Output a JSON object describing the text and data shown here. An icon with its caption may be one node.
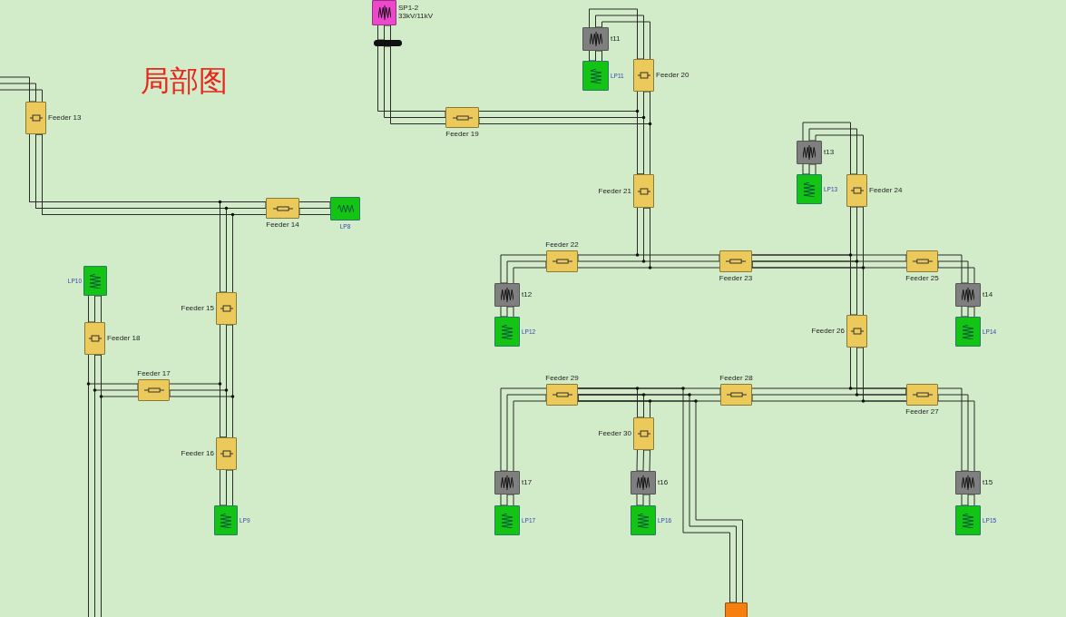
{
  "diagram": {
    "title": "局部图",
    "nodes": [
      {
        "text": [
          "Feeder 13"
        ]
      },
      {
        "text": [
          "SP1-2",
          "33kV/11kV"
        ]
      },
      {
        "text": [],
        "shape": "bar"
      },
      {
        "text": [
          "Feeder 19"
        ]
      },
      {
        "text": [
          "t11"
        ]
      },
      {
        "text": [
          "LP11"
        ]
      },
      {
        "text": [
          "Feeder 20"
        ]
      },
      {
        "text": [
          "Feeder 21"
        ]
      },
      {
        "text": [
          "Feeder 14"
        ]
      },
      {
        "text": [
          "LP8"
        ]
      },
      {
        "text": [
          "LP10"
        ]
      },
      {
        "text": [
          "Feeder 18"
        ]
      },
      {
        "text": [
          "Feeder 15"
        ]
      },
      {
        "text": [
          "Feeder 17"
        ]
      },
      {
        "text": [
          "Feeder 16"
        ]
      },
      {
        "text": [
          "LP9"
        ]
      },
      {
        "text": [
          "Feeder 22"
        ]
      },
      {
        "text": [
          "Feeder 23"
        ]
      },
      {
        "text": [
          "t13"
        ]
      },
      {
        "text": [
          "LP13"
        ]
      },
      {
        "text": [
          "Feeder 24"
        ]
      },
      {
        "text": [
          "Feeder 25"
        ]
      },
      {
        "text": [
          "t12"
        ]
      },
      {
        "text": [
          "LP12"
        ]
      },
      {
        "text": [
          "t14"
        ]
      },
      {
        "text": [
          "LP14"
        ]
      },
      {
        "text": [
          "Feeder 26"
        ]
      },
      {
        "text": [
          "Feeder 29"
        ]
      },
      {
        "text": [
          "Feeder 28"
        ]
      },
      {
        "text": [
          "Feeder 27"
        ]
      },
      {
        "text": [
          "Feeder 30"
        ]
      },
      {
        "text": [
          "t17"
        ]
      },
      {
        "text": [
          "LP17"
        ]
      },
      {
        "text": [
          "t16"
        ]
      },
      {
        "text": [
          "LP16"
        ]
      },
      {
        "text": [
          "t15"
        ]
      },
      {
        "text": [
          "LP15"
        ]
      },
      {
        "text": [],
        "shape": "box"
      }
    ],
    "edges": [
      {
        "from": null,
        "to": 0,
        "arrow": "none"
      },
      {
        "from": 0,
        "to": 8,
        "arrow": "none"
      },
      {
        "from": 0,
        "to": 12,
        "arrow": "none"
      },
      {
        "from": 8,
        "to": 9,
        "arrow": "none"
      },
      {
        "from": 12,
        "to": 14,
        "arrow": "none"
      },
      {
        "from": 13,
        "to": 14,
        "arrow": "none"
      },
      {
        "from": 14,
        "to": 15,
        "arrow": "none"
      },
      {
        "from": 10,
        "to": 11,
        "arrow": "none"
      },
      {
        "from": 11,
        "to": null,
        "arrow": "none"
      },
      {
        "from": 11,
        "to": 13,
        "arrow": "none"
      },
      {
        "from": 1,
        "to": 2,
        "arrow": "none"
      },
      {
        "from": 2,
        "to": 3,
        "arrow": "none"
      },
      {
        "from": 3,
        "to": 7,
        "arrow": "none"
      },
      {
        "from": 4,
        "to": 6,
        "arrow": "none"
      },
      {
        "from": 4,
        "to": 5,
        "arrow": "none"
      },
      {
        "from": 6,
        "to": 7,
        "arrow": "none"
      },
      {
        "from": 7,
        "to": 16,
        "arrow": "none"
      },
      {
        "from": 7,
        "to": 17,
        "arrow": "none"
      },
      {
        "from": 16,
        "to": 22,
        "arrow": "none"
      },
      {
        "from": 22,
        "to": 23,
        "arrow": "none"
      },
      {
        "from": 17,
        "to": 21,
        "arrow": "none"
      },
      {
        "from": 20,
        "to": 26,
        "arrow": "none"
      },
      {
        "from": 17,
        "to": 20,
        "arrow": "none"
      },
      {
        "from": 18,
        "to": 20,
        "arrow": "none"
      },
      {
        "from": 18,
        "to": 19,
        "arrow": "none"
      },
      {
        "from": 21,
        "to": 24,
        "arrow": "none"
      },
      {
        "from": 24,
        "to": 25,
        "arrow": "none"
      },
      {
        "from": 26,
        "to": 29,
        "arrow": "none"
      },
      {
        "from": 28,
        "to": 29,
        "arrow": "none"
      },
      {
        "from": 27,
        "to": 28,
        "arrow": "none"
      },
      {
        "from": 27,
        "to": 30,
        "arrow": "none"
      },
      {
        "from": 27,
        "to": 37,
        "arrow": "none"
      },
      {
        "from": 27,
        "to": 31,
        "arrow": "none"
      },
      {
        "from": 31,
        "to": 32,
        "arrow": "none"
      },
      {
        "from": 30,
        "to": 33,
        "arrow": "none"
      },
      {
        "from": 33,
        "to": 34,
        "arrow": "none"
      },
      {
        "from": 29,
        "to": 35,
        "arrow": "none"
      },
      {
        "from": 35,
        "to": 36,
        "arrow": "none"
      }
    ]
  }
}
